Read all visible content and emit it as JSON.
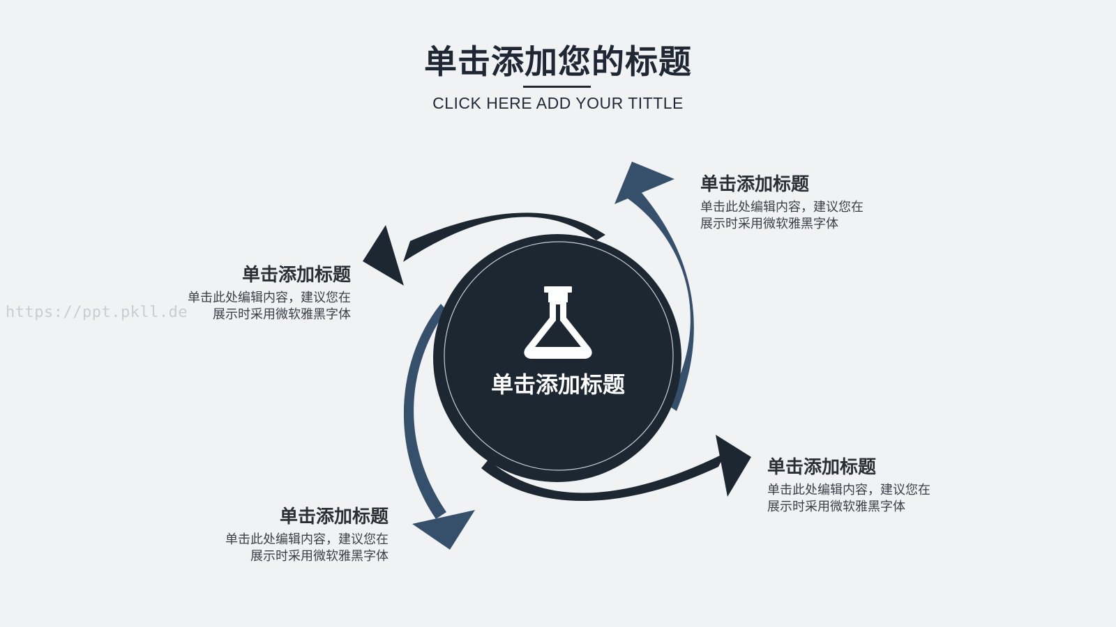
{
  "header": {
    "title": "单击添加您的标题",
    "subtitle": "CLICK HERE ADD YOUR TITTLE"
  },
  "watermark": "https://ppt.pkll.de",
  "center": {
    "title": "单击添加标题",
    "icon": "flask-icon"
  },
  "items": [
    {
      "title": "单击添加标题",
      "desc_line1": "单击此处编辑内容，建议您在",
      "desc_line2": "展示时采用微软雅黑字体"
    },
    {
      "title": "单击添加标题",
      "desc_line1": "单击此处编辑内容，建议您在",
      "desc_line2": "展示时采用微软雅黑字体"
    },
    {
      "title": "单击添加标题",
      "desc_line1": "单击此处编辑内容，建议您在",
      "desc_line2": "展示时采用微软雅黑字体"
    },
    {
      "title": "单击添加标题",
      "desc_line1": "单击此处编辑内容，建议您在",
      "desc_line2": "展示时采用微软雅黑字体"
    }
  ],
  "colors": {
    "background": "#f1f2f4",
    "dark": "#1d2732",
    "blue": "#36506b",
    "text": "#2a2f36"
  }
}
